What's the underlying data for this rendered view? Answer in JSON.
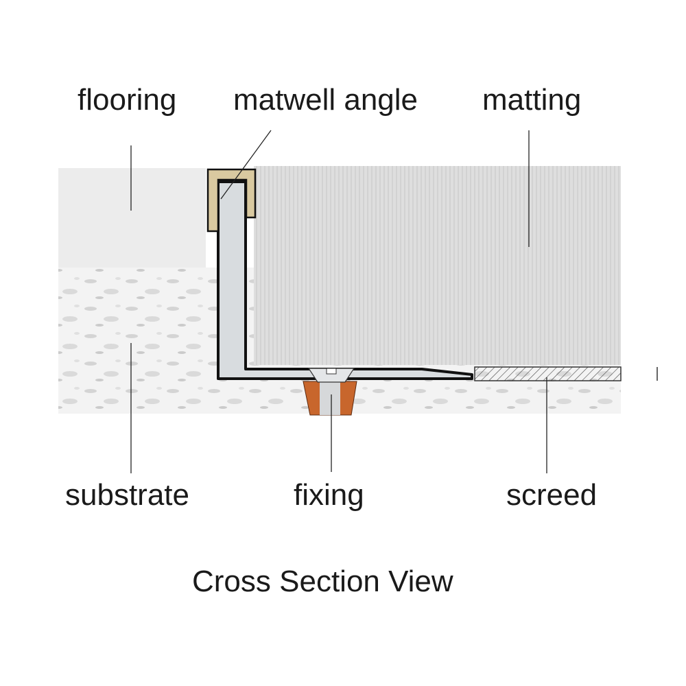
{
  "labels": {
    "flooring": "flooring",
    "matwell_angle": "matwell angle",
    "matting": "matting",
    "substrate": "substrate",
    "fixing": "fixing",
    "screed": "screed"
  },
  "title": "Cross Section View",
  "colors": {
    "flooring": "#ececec",
    "matting": "#dcdcdc",
    "substrate": "#f0f0f0",
    "angle": "#d8dcdf",
    "cap": "#d9c9a0",
    "plug": "#c8662c"
  }
}
